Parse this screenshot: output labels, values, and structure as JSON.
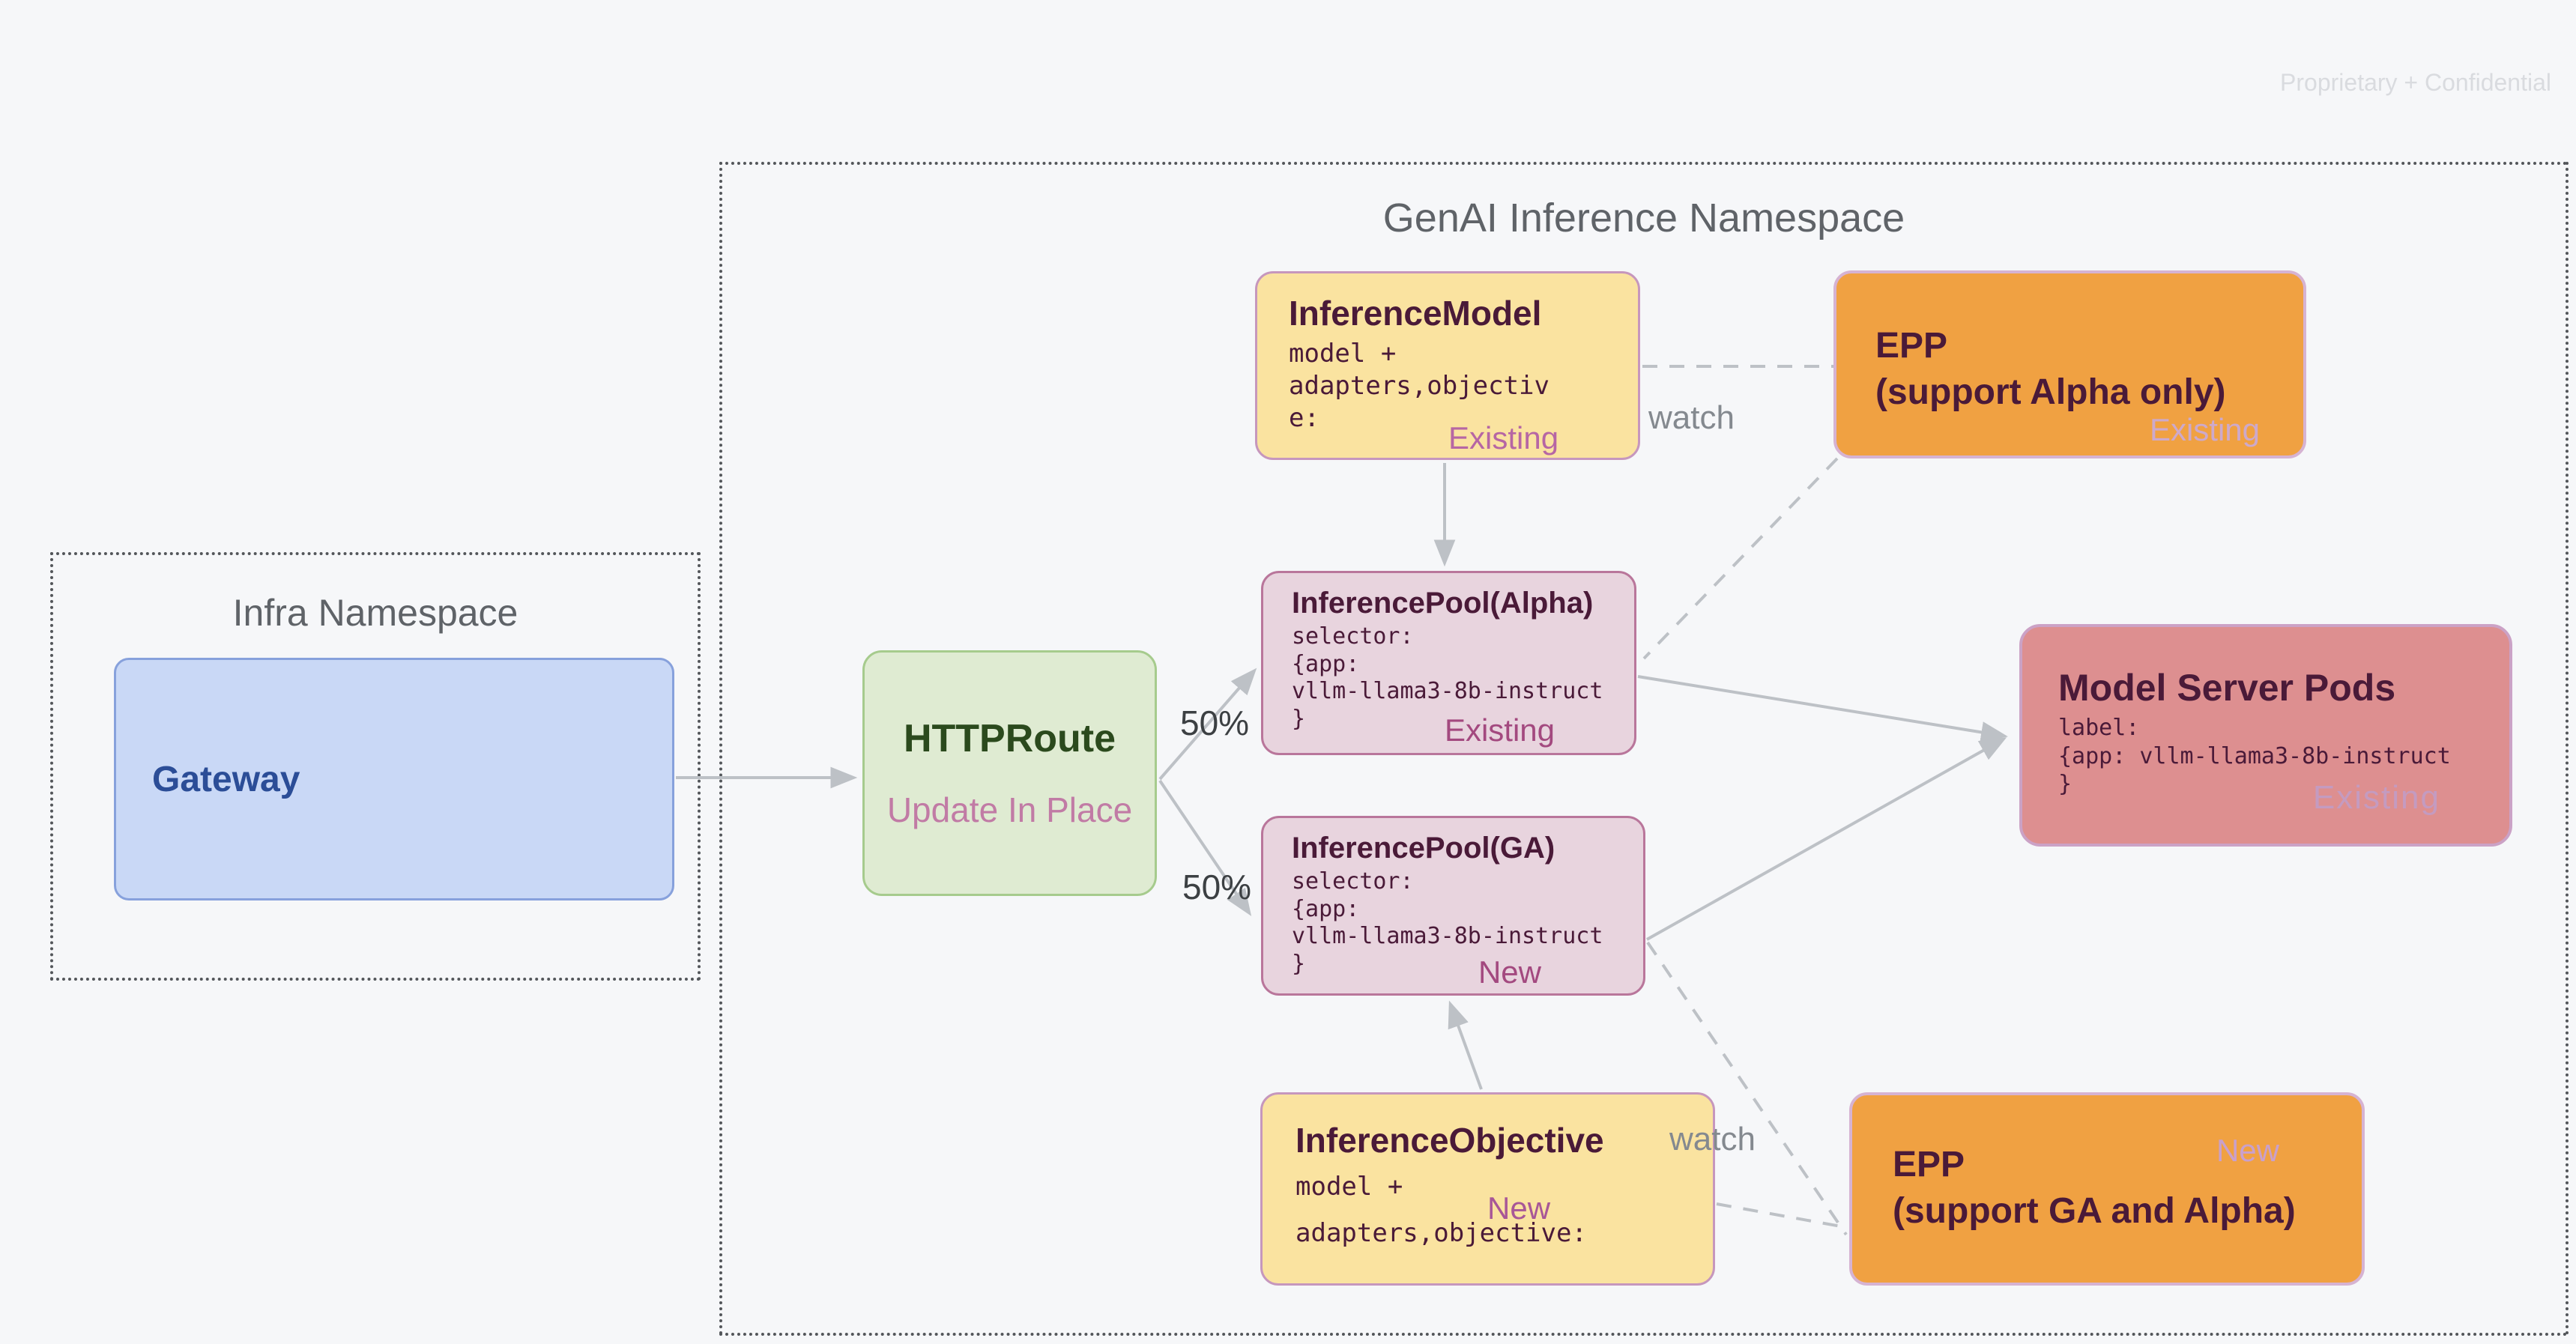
{
  "page": {
    "watermark": "Proprietary + Confidential"
  },
  "namespaces": {
    "genai": {
      "title": "GenAI Inference Namespace"
    },
    "infra": {
      "title": "Infra Namespace"
    }
  },
  "nodes": {
    "gateway": {
      "title": "Gateway"
    },
    "httproute": {
      "title": "HTTPRoute",
      "subtitle": "Update In Place"
    },
    "inference_model": {
      "title": "InferenceModel",
      "body": "model +\nadapters,objectiv\ne:",
      "badge": "Existing"
    },
    "epp_alpha": {
      "title": "EPP\n(support Alpha only)",
      "badge": "Existing"
    },
    "pool_alpha": {
      "title": "InferencePool(Alpha)",
      "body": "selector:\n{app:\nvllm-llama3-8b-instruct\n}",
      "badge": "Existing"
    },
    "pool_ga": {
      "title": "InferencePool(GA)",
      "body": "selector:\n{app:\nvllm-llama3-8b-instruct\n}",
      "badge": "New"
    },
    "model_pods": {
      "title": "Model Server Pods",
      "body": "label:\n{app: vllm-llama3-8b-instruct\n}",
      "badge": "Existing"
    },
    "inference_objective": {
      "title": "InferenceObjective",
      "body_line1": "model +",
      "body_line2": "adapters,objective:",
      "badge": "New"
    },
    "epp_ga": {
      "title": "EPP\n(support GA and Alpha)",
      "badge": "New"
    }
  },
  "edge_labels": {
    "watch_top": "watch",
    "watch_bottom": "watch",
    "split_top": "50%",
    "split_bottom": "50%"
  },
  "colors": {
    "background": "#F6F7F9",
    "yellow_box": "#FAE3A0",
    "orange_box": "#F0A142",
    "pink_pool": "#E8D4DE",
    "salmon_pods": "#DD8F90",
    "green_route": "#DFEBD2",
    "blue_gateway": "#C9D8F6",
    "title_maroon": "#4A1A38",
    "badge_mauve": "#A3497F",
    "connector_gray": "#BDC1C6",
    "namespace_gray": "#5F6368"
  }
}
